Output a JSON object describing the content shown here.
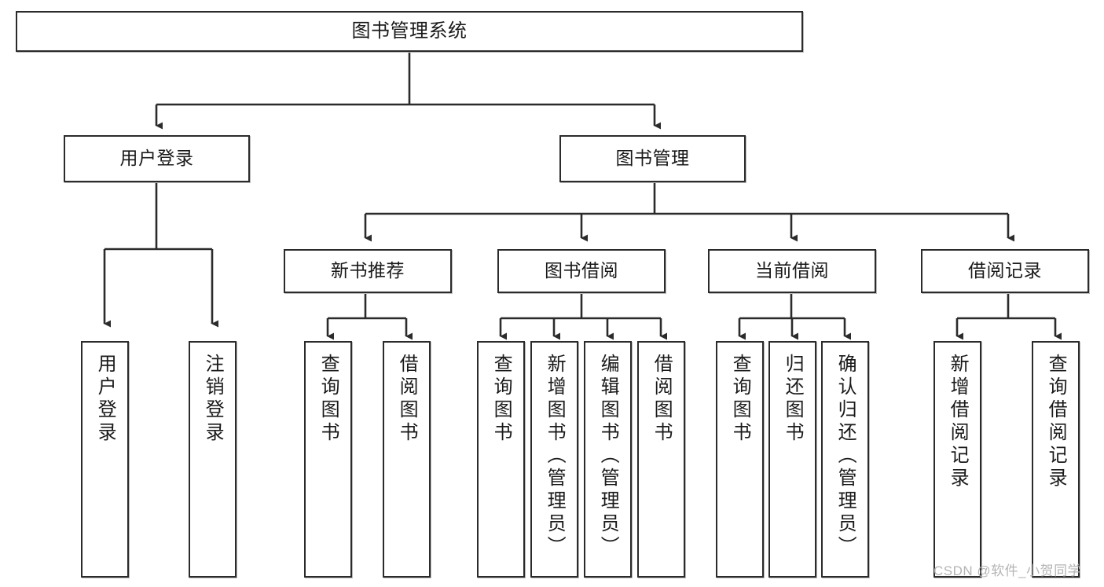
{
  "diagram": {
    "title": "图书管理系统",
    "root": {
      "id": "root",
      "label": "图书管理系统"
    },
    "level1": [
      {
        "id": "user-login",
        "label": "用户登录"
      },
      {
        "id": "book-management",
        "label": "图书管理"
      }
    ],
    "level2": [
      {
        "id": "new-book-recommend",
        "label": "新书推荐"
      },
      {
        "id": "book-borrow",
        "label": "图书借阅"
      },
      {
        "id": "current-borrow",
        "label": "当前借阅"
      },
      {
        "id": "borrow-record",
        "label": "借阅记录"
      }
    ],
    "leaves": {
      "user_login": [
        {
          "id": "leaf-user-login",
          "label": "用户登录"
        },
        {
          "id": "leaf-logout-login",
          "label": "注销登录"
        }
      ],
      "new_book_recommend": [
        {
          "id": "leaf-query-book-1",
          "label": "查询图书"
        },
        {
          "id": "leaf-borrow-book-1",
          "label": "借阅图书"
        }
      ],
      "book_borrow": [
        {
          "id": "leaf-query-book-2",
          "label": "查询图书"
        },
        {
          "id": "leaf-add-book-admin",
          "label": "新增图书（管理员）"
        },
        {
          "id": "leaf-edit-book-admin",
          "label": "编辑图书（管理员）"
        },
        {
          "id": "leaf-borrow-book-2",
          "label": "借阅图书"
        }
      ],
      "current_borrow": [
        {
          "id": "leaf-query-book-3",
          "label": "查询图书"
        },
        {
          "id": "leaf-return-book",
          "label": "归还图书"
        },
        {
          "id": "leaf-confirm-return-admin",
          "label": "确认归还（管理员）"
        }
      ],
      "borrow_record": [
        {
          "id": "leaf-add-borrow-record",
          "label": "新增借阅记录"
        },
        {
          "id": "leaf-query-borrow-record",
          "label": "查询借阅记录"
        }
      ]
    },
    "watermark": "CSDN @软件_小贺同学",
    "colors": {
      "background": "#ffffff",
      "node_border": "#2b2b2b",
      "node_fill": "#ffffff",
      "node_shadow": "#b9b9b9",
      "edge": "#2b2b2b",
      "text": "#1a1a1a",
      "watermark": "#b4b4b4"
    }
  }
}
